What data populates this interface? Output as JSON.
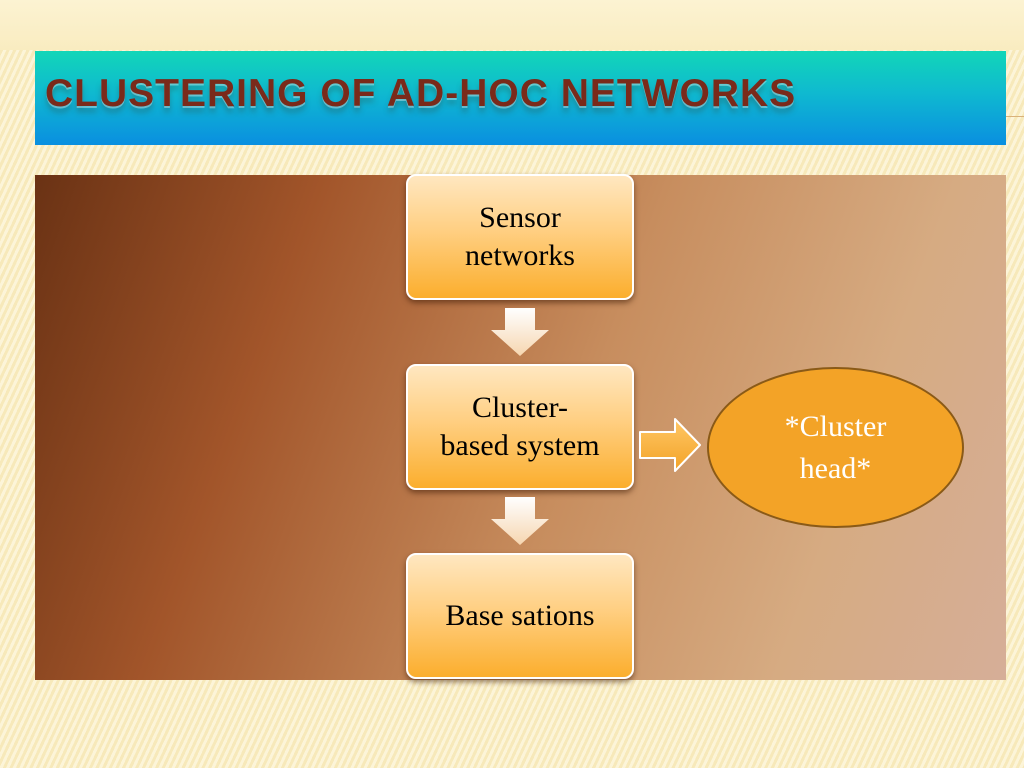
{
  "slide": {
    "title": "Clustering of Ad-hoc networks"
  },
  "diagram": {
    "nodes": [
      {
        "id": "sensor-networks",
        "lines": [
          "Sensor",
          "networks"
        ]
      },
      {
        "id": "cluster-based-system",
        "lines": [
          "Cluster-",
          "based system"
        ]
      },
      {
        "id": "base-sations",
        "lines": [
          "Base sations"
        ]
      }
    ],
    "side_node": {
      "id": "cluster-head",
      "lines": [
        "*Cluster",
        "head*"
      ]
    },
    "edges": [
      {
        "from": "sensor-networks",
        "to": "cluster-based-system",
        "direction": "down"
      },
      {
        "from": "cluster-based-system",
        "to": "base-sations",
        "direction": "down"
      },
      {
        "from": "cluster-based-system",
        "to": "cluster-head",
        "direction": "right"
      }
    ],
    "colors": {
      "node_fill": "#fbae2d",
      "ellipse_fill": "#f3a327",
      "title_text": "#7a2a1a",
      "title_bar": "#0fb9d0"
    }
  }
}
